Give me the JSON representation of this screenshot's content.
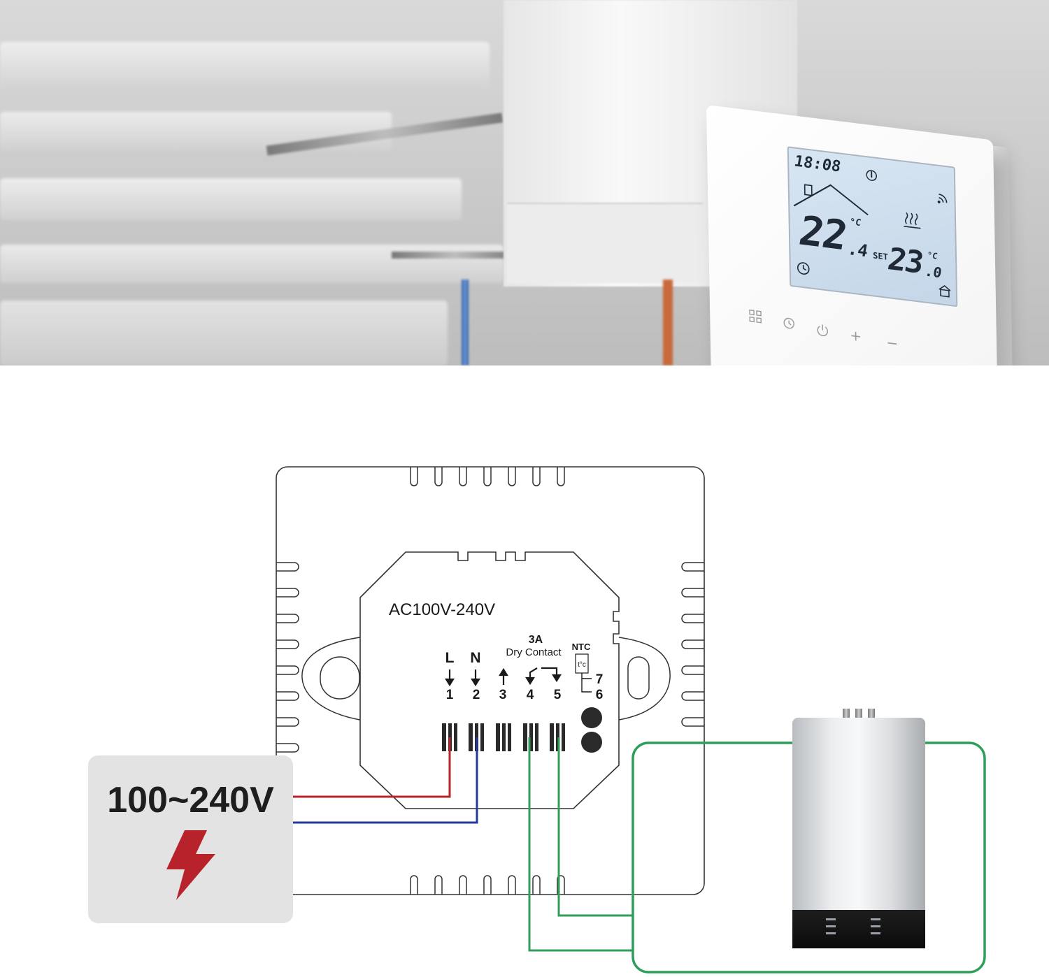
{
  "hero": {
    "thermostat": {
      "clock": "18:08",
      "room_temp_main": "22",
      "room_temp_decimal": ".4",
      "room_temp_unit": "°C",
      "set_label": "SET",
      "set_temp_main": "23",
      "set_temp_decimal": ".0",
      "set_temp_unit": "°C",
      "buttons": {
        "menu_icon": "menu-grid-icon",
        "clock_icon": "clock-icon",
        "power_icon": "power-icon",
        "plus": "+",
        "minus": "−"
      }
    }
  },
  "diagram": {
    "supply_label": "AC100V-240V",
    "relay_rating": "3A",
    "relay_type": "Dry Contact",
    "sensor_label": "NTC",
    "sensor_symbol": "t°c",
    "terminal_letters": {
      "t1": "L",
      "t2": "N"
    },
    "terminal_numbers": [
      "1",
      "2",
      "3",
      "4",
      "5"
    ],
    "sensor_numbers": [
      "7",
      "6"
    ]
  },
  "power_source": {
    "voltage": "100~240V",
    "icon": "lightning-bolt-icon"
  },
  "colors": {
    "live_wire": "#b8232b",
    "neutral_wire": "#233a9c",
    "boiler_wire": "#2f9e5b",
    "bolt": "#b8232b",
    "card_bg": "#e3e3e3"
  }
}
